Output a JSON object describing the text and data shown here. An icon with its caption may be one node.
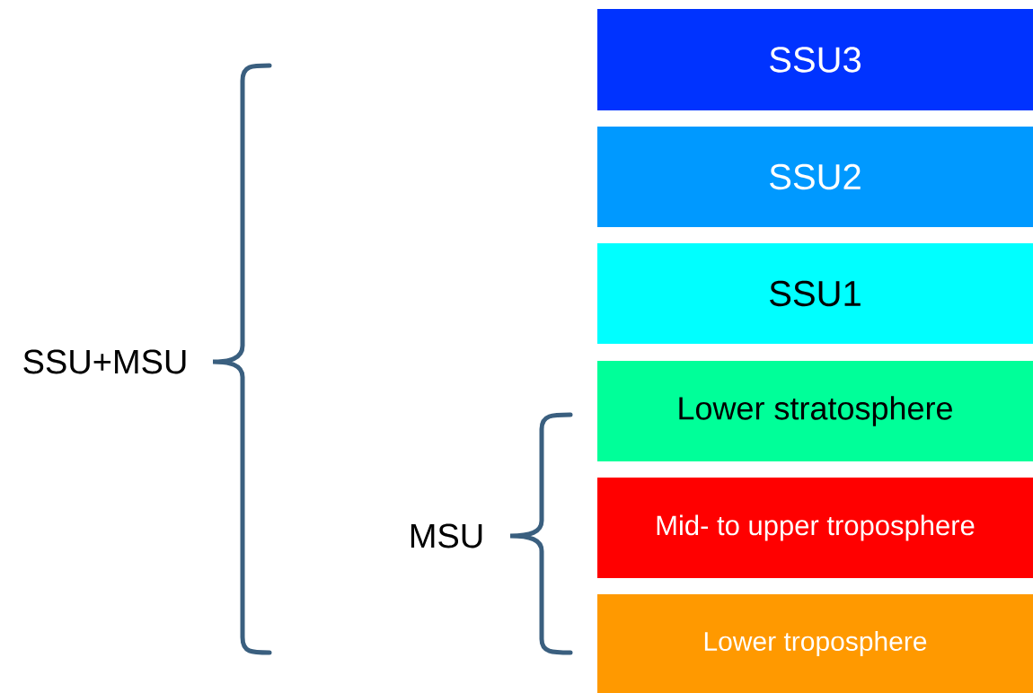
{
  "diagram": {
    "nodes": [
      {
        "text": [
          "SSU3"
        ]
      },
      {
        "text": [
          "SSU2"
        ]
      },
      {
        "text": [
          "SSU1"
        ]
      },
      {
        "text": [
          "Lower stratosphere"
        ]
      },
      {
        "text": [
          "Mid- to upper troposphere"
        ]
      },
      {
        "text": [
          "Lower troposphere"
        ]
      }
    ],
    "labels": [
      "SSU+MSU",
      "MSU"
    ]
  }
}
